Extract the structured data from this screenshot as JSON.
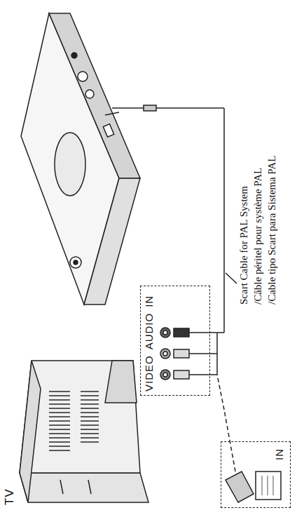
{
  "diagram": {
    "nodes": [
      {
        "text": [
          "VIDEO",
          "AUDIO",
          "IN"
        ]
      },
      {
        "text": [
          "IN"
        ]
      }
    ],
    "labels": [
      "TV",
      "Scart Cable for PAL System",
      "/Câble péritel pour système PAL",
      "/Cable tipo Scart para Sistema PAL"
    ]
  }
}
